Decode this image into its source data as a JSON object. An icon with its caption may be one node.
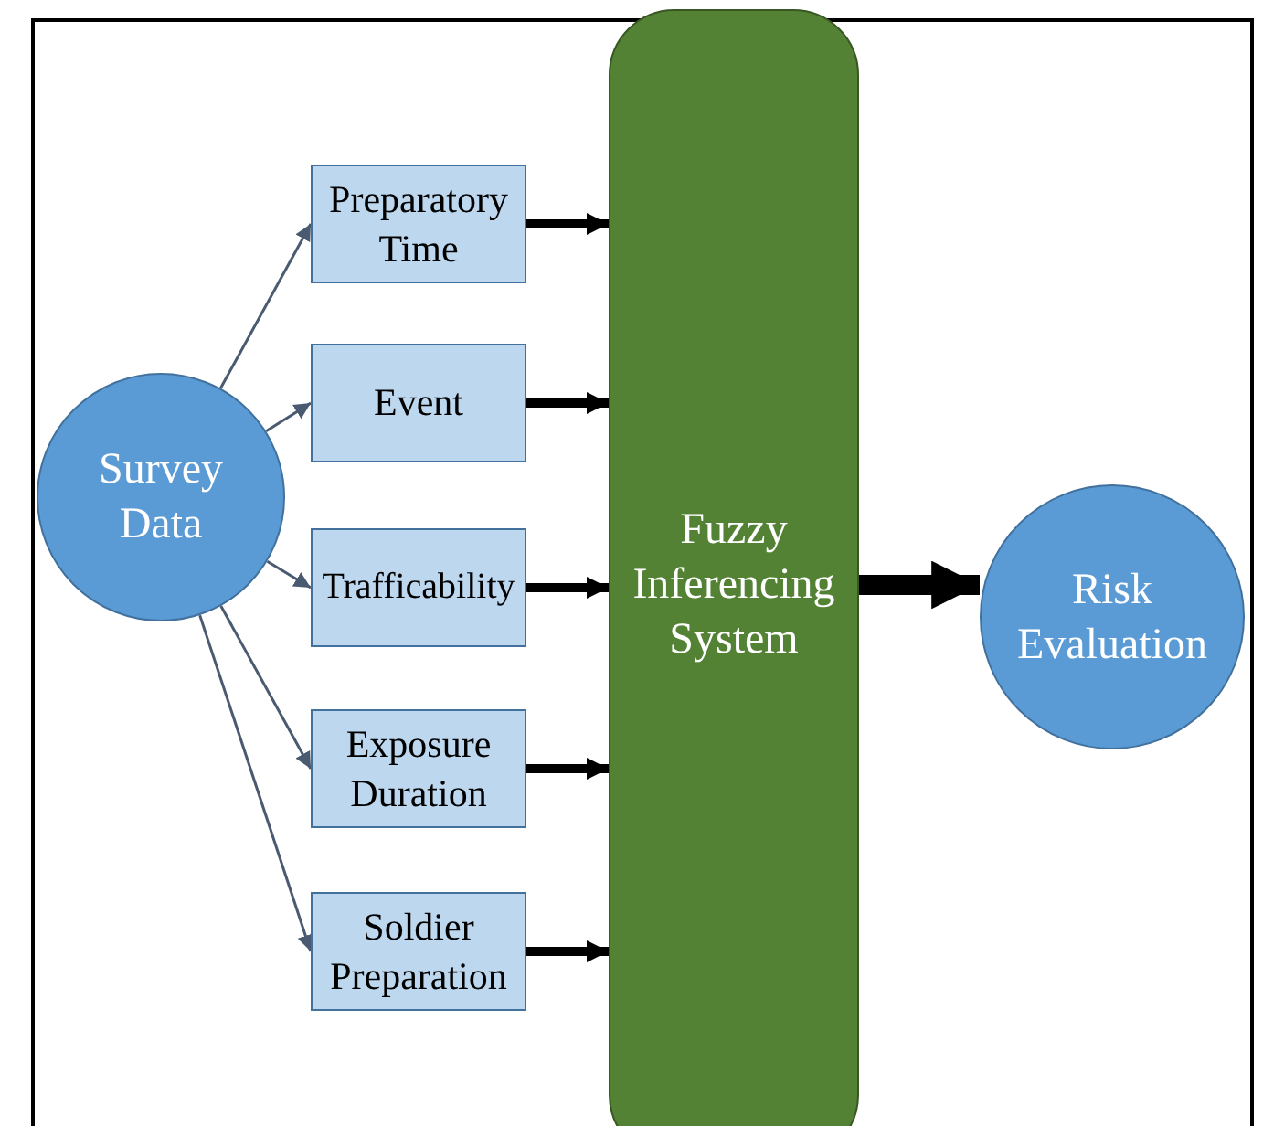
{
  "diagram": {
    "nodes": [
      {
        "text": [
          "Survey Data"
        ]
      },
      {
        "text": [
          "Preparatory Time"
        ]
      },
      {
        "text": [
          "Event"
        ]
      },
      {
        "text": [
          "Trafficability"
        ]
      },
      {
        "text": [
          "Exposure Duration"
        ]
      },
      {
        "text": [
          "Soldier Preparation"
        ]
      },
      {
        "text": [
          "Fuzzy Inferencing System"
        ]
      },
      {
        "text": [
          "Risk Evaluation"
        ]
      }
    ],
    "edges": [
      {
        "from": 0,
        "to": 1,
        "arrow": "to",
        "color": "#4a5a70"
      },
      {
        "from": 0,
        "to": 2,
        "arrow": "to",
        "color": "#4a5a70"
      },
      {
        "from": 0,
        "to": 3,
        "arrow": "to",
        "color": "#4a5a70"
      },
      {
        "from": 0,
        "to": 4,
        "arrow": "to",
        "color": "#4a5a70"
      },
      {
        "from": 0,
        "to": 5,
        "arrow": "to",
        "color": "#4a5a70"
      },
      {
        "from": 1,
        "to": 6,
        "arrow": "to"
      },
      {
        "from": 2,
        "to": 6,
        "arrow": "to"
      },
      {
        "from": 3,
        "to": 6,
        "arrow": "to"
      },
      {
        "from": 4,
        "to": 6,
        "arrow": "to"
      },
      {
        "from": 5,
        "to": 6,
        "arrow": "to"
      },
      {
        "from": 6,
        "to": 7,
        "arrow": "to",
        "style": "thick"
      }
    ]
  }
}
